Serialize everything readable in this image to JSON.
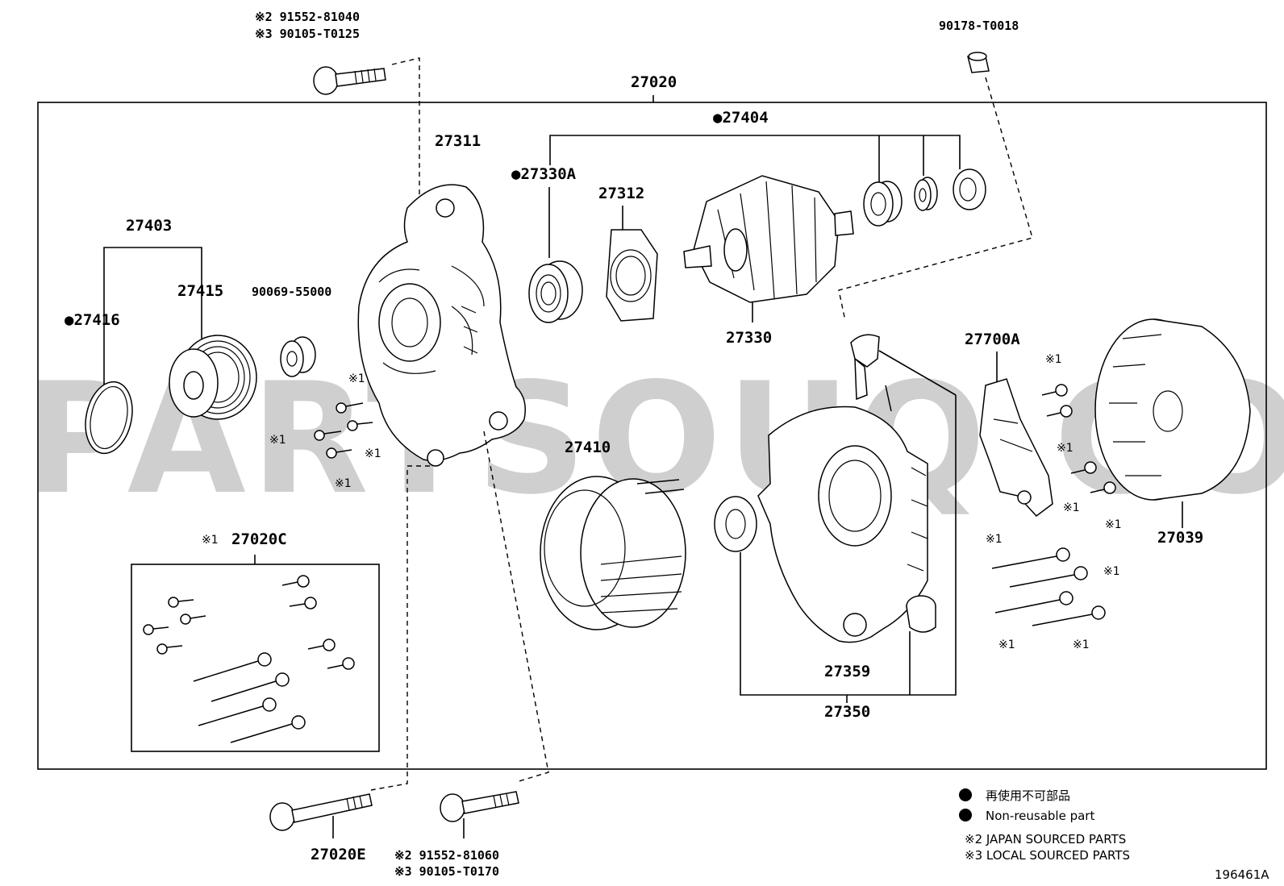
{
  "watermark": "PARTSOUQ.COM",
  "figure_code": "196461A",
  "labels": {
    "top_bolt_ref2": "※2 91552-81040",
    "top_bolt_ref3": "※3 90105-T0125",
    "assembly": "27020",
    "nut_top_right": "90178-T0018",
    "frame_drive_end": "27311",
    "rotor_kit": "●27404",
    "bearing_front": "●27330A",
    "retainer_plate": "27312",
    "pulley_assembly": "27403",
    "pulley": "27415",
    "clutch_ring": "●27416",
    "collar": "90069-55000",
    "rotor": "27330",
    "regulator": "27700A",
    "stator": "27410",
    "rear_cover": "27039",
    "frame_rear": "27359",
    "frame_rear_assy": "27350",
    "bolt_kit": "27020C",
    "bolt_kit_mark": "※1",
    "bottom_bolt_left": "27020E",
    "bottom_bolt_ref2": "※2 91552-81060",
    "bottom_bolt_ref3": "※3 90105-T0170",
    "mark1": "※1"
  },
  "legend": {
    "bullet_jp": "再使用不可部品",
    "bullet_en": "Non-reusable part",
    "ref2": "※2 JAPAN SOURCED PARTS",
    "ref3": "※3 LOCAL SOURCED PARTS"
  }
}
